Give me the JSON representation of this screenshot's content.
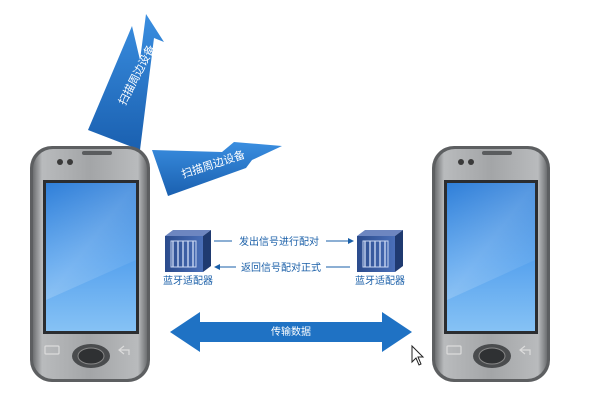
{
  "scan_labels": {
    "upper": "扫描周边设备",
    "lower": "扫描周边设备"
  },
  "adapters": {
    "left_label": "蓝牙适配器",
    "right_label": "蓝牙适配器"
  },
  "messages": {
    "send": "发出信号进行配对",
    "reply": "返回信号配对正式"
  },
  "transfer_label": "传输数据",
  "colors": {
    "arrow_blue": "#1f72c4",
    "text_blue": "#1a5fa8",
    "phone_body": "#9a9c9e",
    "screen_blue": "#3d8ee6"
  }
}
